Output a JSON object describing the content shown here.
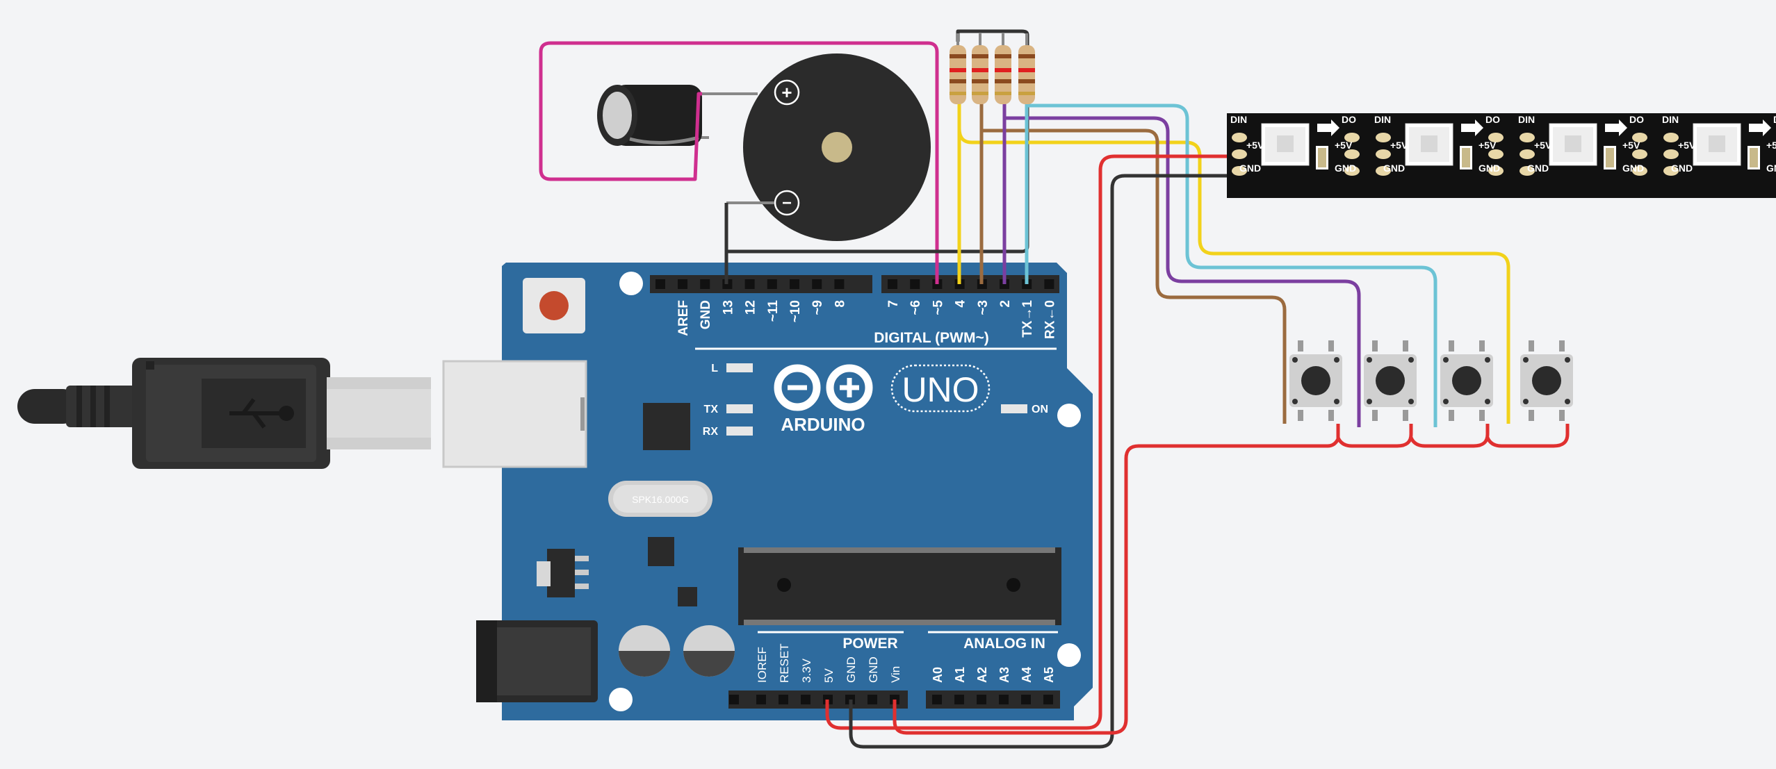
{
  "board": {
    "brand": "ARDUINO",
    "model": "UNO",
    "on_label": "ON",
    "l_label": "L",
    "tx_label": "TX",
    "rx_label": "RX",
    "crystal_label": "SPK16.000G",
    "digital_header": "DIGITAL (PWM~)",
    "power_header": "POWER",
    "analog_header": "ANALOG IN",
    "digital_pins": [
      "AREF",
      "GND",
      "13",
      "12",
      "~11",
      "~10",
      "~9",
      "8",
      "7",
      "~6",
      "~5",
      "4",
      "~3",
      "2",
      "TX→1",
      "RX←0"
    ],
    "power_pins": [
      "IOREF",
      "RESET",
      "3.3V",
      "5V",
      "GND",
      "GND",
      "Vin"
    ],
    "analog_pins": [
      "A0",
      "A1",
      "A2",
      "A3",
      "A4",
      "A5"
    ]
  },
  "buzzer": {
    "plus": "+",
    "minus": "−"
  },
  "led_strip": {
    "pad_labels": [
      "DIN",
      "+5V",
      "GND",
      "DO"
    ]
  },
  "colors": {
    "board": "#2e6b9e",
    "wire_pink": "#cf2f8f",
    "wire_yellow": "#f2d21b",
    "wire_brown": "#9b6b3f",
    "wire_purple": "#7b3fa0",
    "wire_cyan": "#6cc3d5",
    "wire_red": "#e03030",
    "wire_black": "#333333"
  }
}
